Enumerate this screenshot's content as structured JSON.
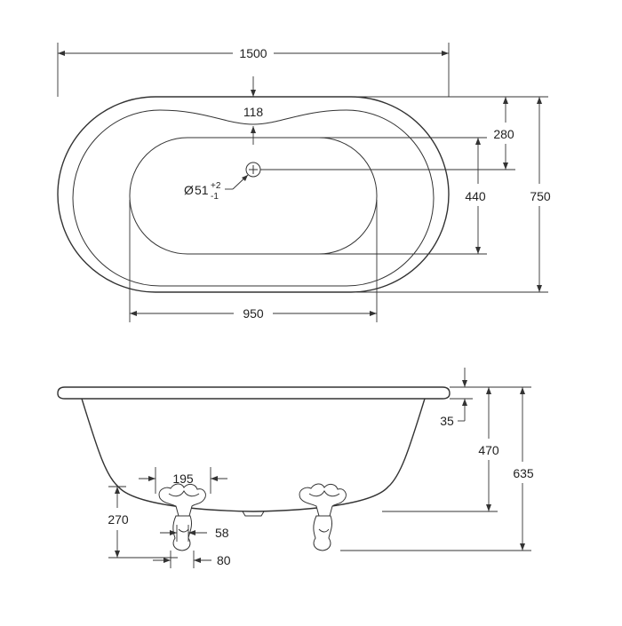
{
  "top_view": {
    "length": "1500",
    "rim_width": "118",
    "waste_offset": "280",
    "inner_width": "440",
    "overall_width": "750",
    "inner_length": "950",
    "waste_diameter": {
      "symbol": "Ø",
      "value": "51",
      "tol_plus": "+2",
      "tol_minus": "-1"
    }
  },
  "side_view": {
    "rim_thickness": "35",
    "depth": "470",
    "overall_height": "635",
    "foot_spacing": "195",
    "foot_height": "270",
    "foot_width": "58",
    "foot_base": "80"
  }
}
